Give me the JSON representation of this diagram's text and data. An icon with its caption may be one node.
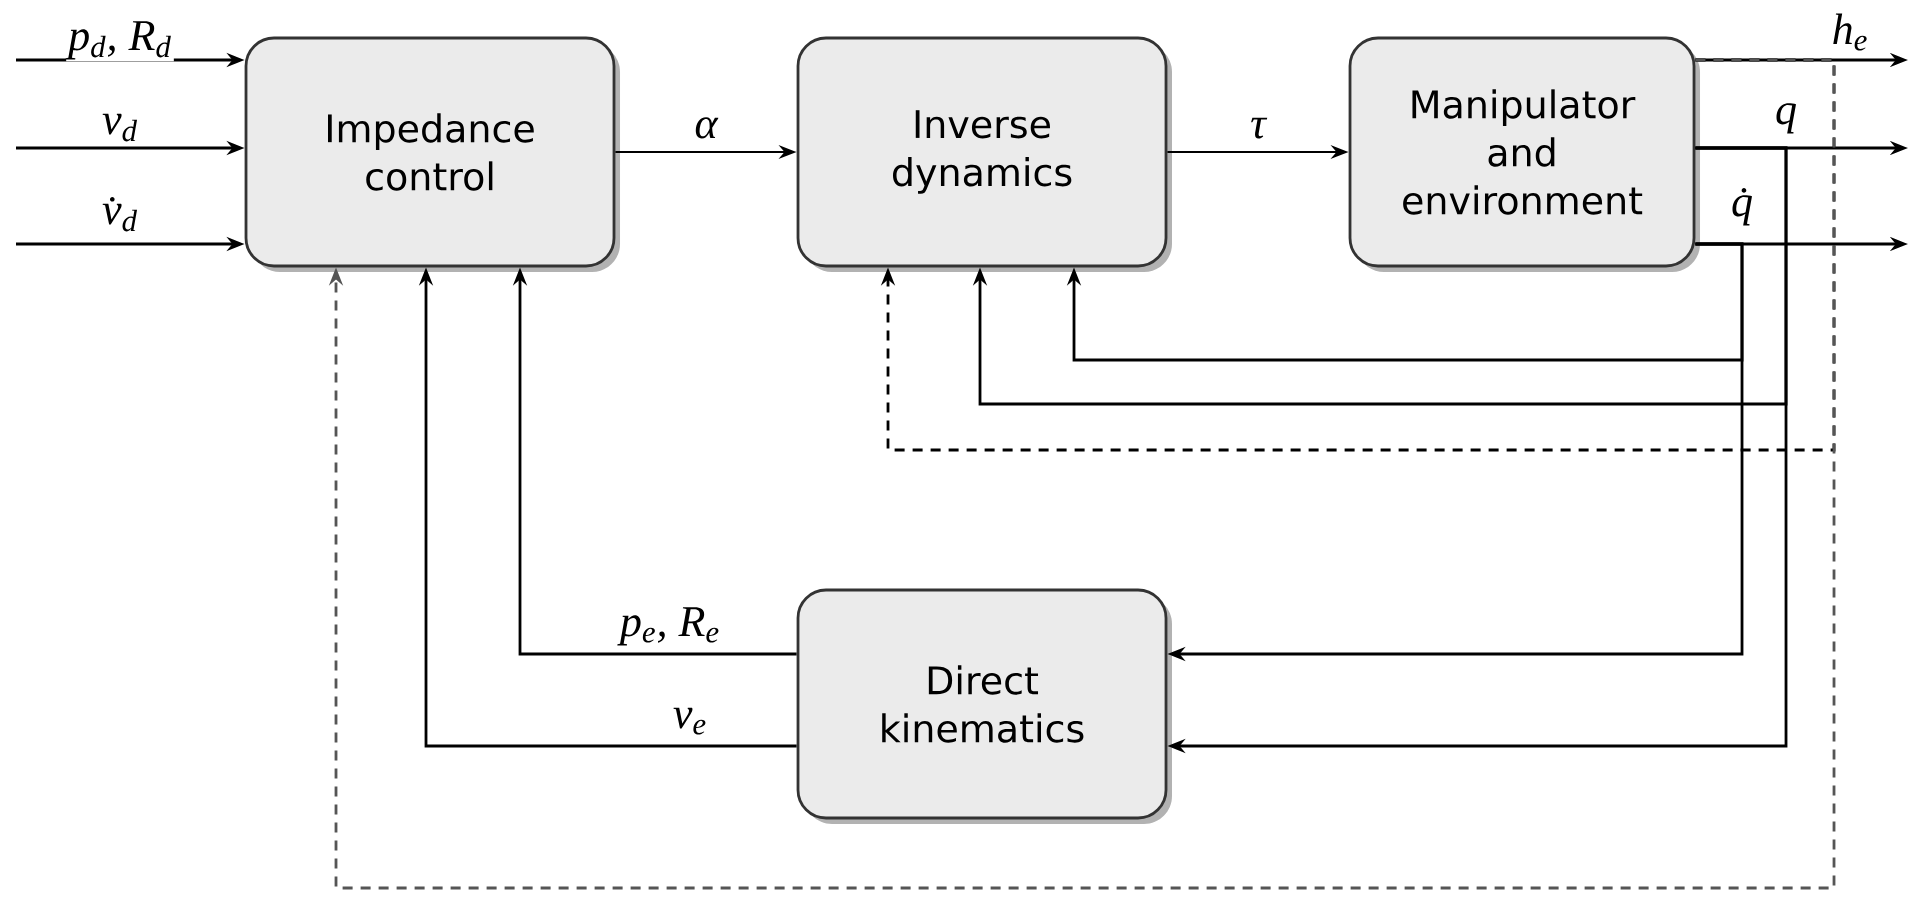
{
  "diagram": {
    "nodes": [
      {
        "text": [
          "Impedance control"
        ]
      },
      {
        "text": [
          "Inverse dynamics"
        ]
      },
      {
        "text": [
          "Manipulator and environment"
        ]
      },
      {
        "text": [
          "Direct kinematics"
        ]
      }
    ],
    "edges": [
      {
        "from": null,
        "to": 0,
        "arrow": "to",
        "label": "p$_{d}$, R$_{d}$"
      },
      {
        "from": null,
        "to": 0,
        "arrow": "to",
        "label": "v$_{d}$"
      },
      {
        "from": null,
        "to": 0,
        "arrow": "to",
        "label": "v̇$_{d}$"
      },
      {
        "from": 0,
        "to": 1,
        "arrow": "to",
        "label": "α"
      },
      {
        "from": 1,
        "to": 2,
        "arrow": "to",
        "label": "τ"
      },
      {
        "from": 2,
        "to": null,
        "arrow": "to",
        "label": "h$_{e}$"
      },
      {
        "from": 2,
        "to": null,
        "arrow": "to",
        "label": "q"
      },
      {
        "from": 2,
        "to": null,
        "arrow": "to",
        "label": "q̇"
      },
      {
        "from": 2,
        "to": 1,
        "arrow": "to"
      },
      {
        "from": 2,
        "to": 1,
        "arrow": "to"
      },
      {
        "from": 2,
        "to": 1,
        "arrow": "to",
        "style": "dashed"
      },
      {
        "from": 2,
        "to": 3,
        "arrow": "to"
      },
      {
        "from": 2,
        "to": 3,
        "arrow": "to"
      },
      {
        "from": 3,
        "to": 0,
        "arrow": "to",
        "label": "p$_{e}$, R$_{e}$"
      },
      {
        "from": 3,
        "to": 0,
        "arrow": "to",
        "label": "v$_{e}$"
      },
      {
        "from": 2,
        "to": 0,
        "arrow": "to",
        "style": "dashed",
        "color": "#555555"
      }
    ]
  }
}
